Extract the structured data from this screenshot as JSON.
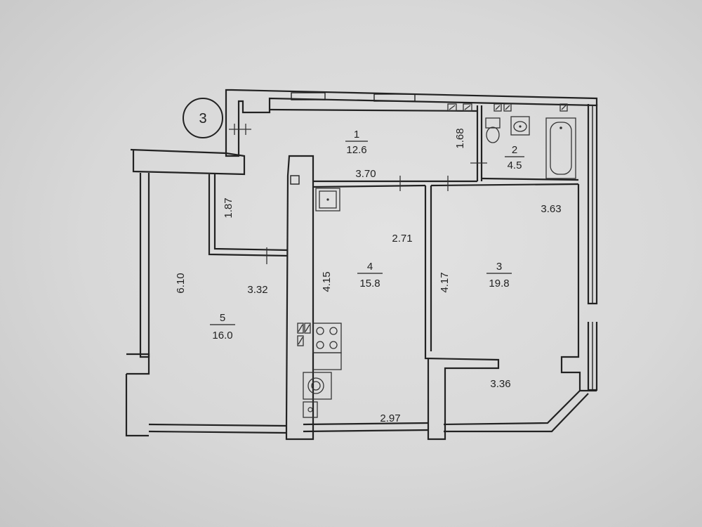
{
  "plan": {
    "badge": "3",
    "rooms": [
      {
        "number": "1",
        "area": "12.6"
      },
      {
        "number": "2",
        "area": "4.5"
      },
      {
        "number": "3",
        "area": "19.8"
      },
      {
        "number": "4",
        "area": "15.8"
      },
      {
        "number": "5",
        "area": "16.0"
      }
    ],
    "dimensions": [
      "1.68",
      "3.70",
      "1.87",
      "2.71",
      "3.63",
      "6.10",
      "3.32",
      "4.15",
      "4.17",
      "3.36",
      "2.97"
    ]
  }
}
